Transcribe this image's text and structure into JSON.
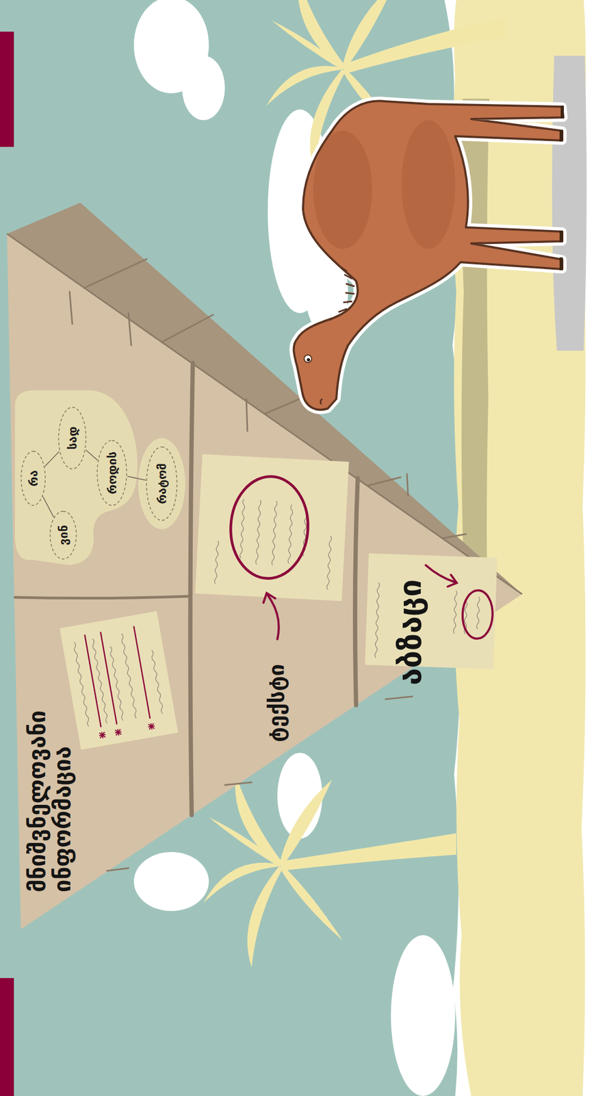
{
  "diagram": {
    "nodes": [
      {
        "text": [
          "რა"
        ]
      },
      {
        "text": [
          "ვინ"
        ]
      },
      {
        "text": [
          "სად"
        ]
      },
      {
        "text": [
          "როდის"
        ]
      },
      {
        "text": [
          "რატომ"
        ]
      }
    ],
    "edges": [
      {
        "from": 0,
        "to": 1,
        "arrow": "none"
      },
      {
        "from": 0,
        "to": 2,
        "arrow": "none"
      },
      {
        "from": 2,
        "to": 3,
        "arrow": "none"
      },
      {
        "from": 3,
        "to": 4,
        "arrow": "none"
      }
    ],
    "labels": [
      "მნიშვნელოვანი ინფორმაცია",
      "ტექსტი",
      "აბზაცი"
    ]
  }
}
